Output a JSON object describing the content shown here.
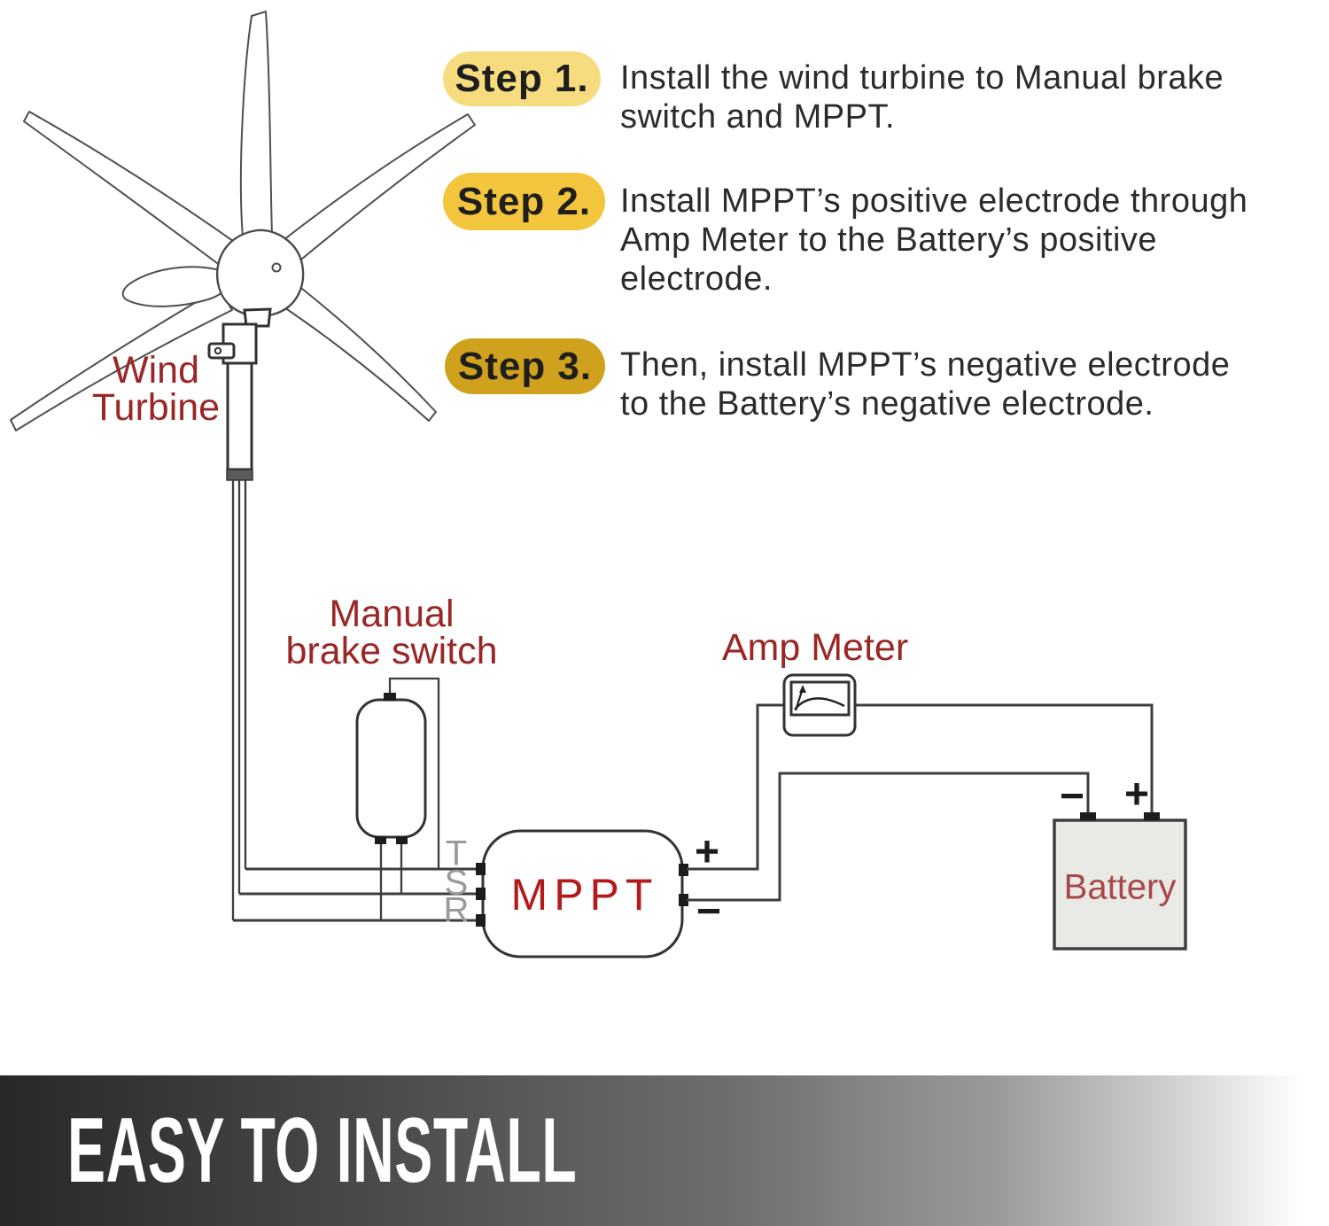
{
  "steps": [
    {
      "label": "Step 1.",
      "lines": [
        "Install the wind turbine to Manual brake",
        "switch and MPPT."
      ]
    },
    {
      "label": "Step 2.",
      "lines": [
        "Install MPPT’s positive electrode through",
        "Amp Meter to the Battery’s positive",
        "electrode."
      ]
    },
    {
      "label": "Step 3.",
      "lines": [
        "Then, install MPPT’s negative electrode",
        "to the Battery’s negative electrode."
      ]
    }
  ],
  "labels": {
    "wind_turbine_line1": "Wind",
    "wind_turbine_line2": "Turbine",
    "brake_line1": "Manual",
    "brake_line2": "brake switch",
    "amp_meter": "Amp Meter",
    "mppt": "MPPT",
    "battery": "Battery"
  },
  "terminals": {
    "t": "T",
    "s": "S",
    "r": "R",
    "mppt_plus": "+",
    "mppt_minus": "−",
    "battery_plus": "+",
    "battery_minus": "−"
  },
  "banner": {
    "text": "EASY TO INSTALL"
  },
  "icons": [
    "wind-turbine-drawing",
    "analog-gauge-icon"
  ],
  "colors": {
    "label_maroon": "#9b2626",
    "mppt_red": "#b31b1b",
    "battery_red": "#a84848",
    "pill_step1": "#f7dc7f",
    "pill_step2": "#f2c53c",
    "pill_step3": "#cfa11c",
    "wire_dark": "#3d3d3d",
    "battery_fill": "#e9e9e6",
    "banner_left": "#282828",
    "banner_right": "#ffffff",
    "banner_text_color": "#ffffff"
  }
}
